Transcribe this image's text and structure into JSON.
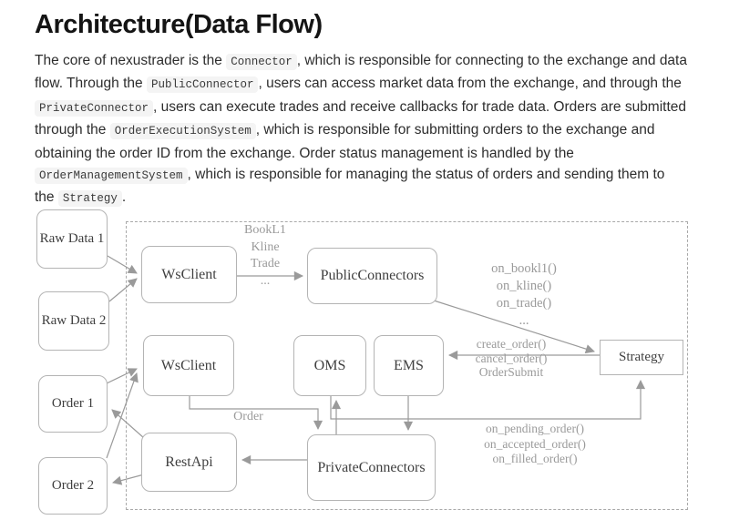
{
  "header": {
    "title": "Architecture(Data Flow)"
  },
  "intro": {
    "t1": "The core of nexustrader is the ",
    "c1": "Connector",
    "t2": ", which is responsible for connecting to the exchange and data flow. Through the ",
    "c2": "PublicConnector",
    "t3": ", users can access market data from the exchange, and through the ",
    "c3": "PrivateConnector",
    "t4": ", users can execute trades and receive callbacks for trade data. Orders are submitted through the ",
    "c4": "OrderExecutionSystem",
    "t5": ", which is responsible for submitting orders to the exchange and obtaining the order ID from the exchange. Order status management is handled by the ",
    "c5": "OrderManagementSystem",
    "t6": ", which is responsible for managing the status of orders and sending them to the ",
    "c6": "Strategy",
    "t7": "."
  },
  "diagram": {
    "nodes": {
      "raw_data_1": "Raw Data 1",
      "raw_data_2": "Raw Data 2",
      "order_1": "Order 1",
      "order_2": "Order 2",
      "ws_client_top": "WsClient",
      "public_connectors": "PublicConnectors",
      "ws_client_bottom": "WsClient",
      "oms": "OMS",
      "ems": "EMS",
      "strategy": "Strategy",
      "rest_api": "RestApi",
      "private_connectors": "PrivateConnectors"
    },
    "edge_labels": {
      "market_stream": {
        "lines": [
          "BookL1",
          "Kline",
          "Trade",
          "..."
        ]
      },
      "market_callbacks": {
        "lines": [
          "on_bookl1()",
          "on_kline()",
          "on_trade()",
          "..."
        ]
      },
      "order_commands": {
        "lines": [
          "create_order()",
          "cancel_order()",
          "OrderSubmit"
        ]
      },
      "order_status": {
        "lines": [
          "on_pending_order()",
          "on_accepted_order()",
          "on_filled_order()"
        ]
      },
      "order": "Order"
    },
    "colors": {
      "box_border": "#b4b4b4",
      "arrow": "#9a9a9a",
      "edge_label_text": "#9a9a9a",
      "node_text": "#3f3f3f",
      "dashed_border": "#a9a9a9",
      "code_background": "#f4f4f4",
      "body_text": "#2d2d2d",
      "heading_text": "#141414"
    }
  }
}
